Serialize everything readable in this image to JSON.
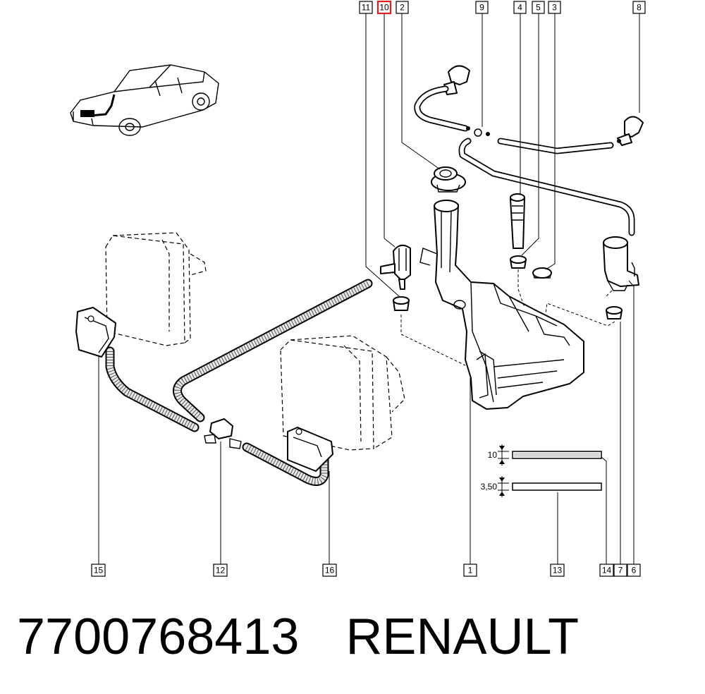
{
  "footer": {
    "part_number": "7700768413",
    "brand": "RENAULT"
  },
  "callouts": {
    "c1": "1",
    "c2": "2",
    "c3": "3",
    "c4": "4",
    "c5": "5",
    "c6": "6",
    "c7": "7",
    "c8": "8",
    "c9": "9",
    "c10": "10",
    "c11": "11",
    "c12": "12",
    "c13": "13",
    "c14": "14",
    "c15": "15",
    "c16": "16"
  },
  "highlighted_callout": "10",
  "highlight_color": "#e02020",
  "dimensions": {
    "hose_large": "10",
    "hose_small": "3,50"
  }
}
